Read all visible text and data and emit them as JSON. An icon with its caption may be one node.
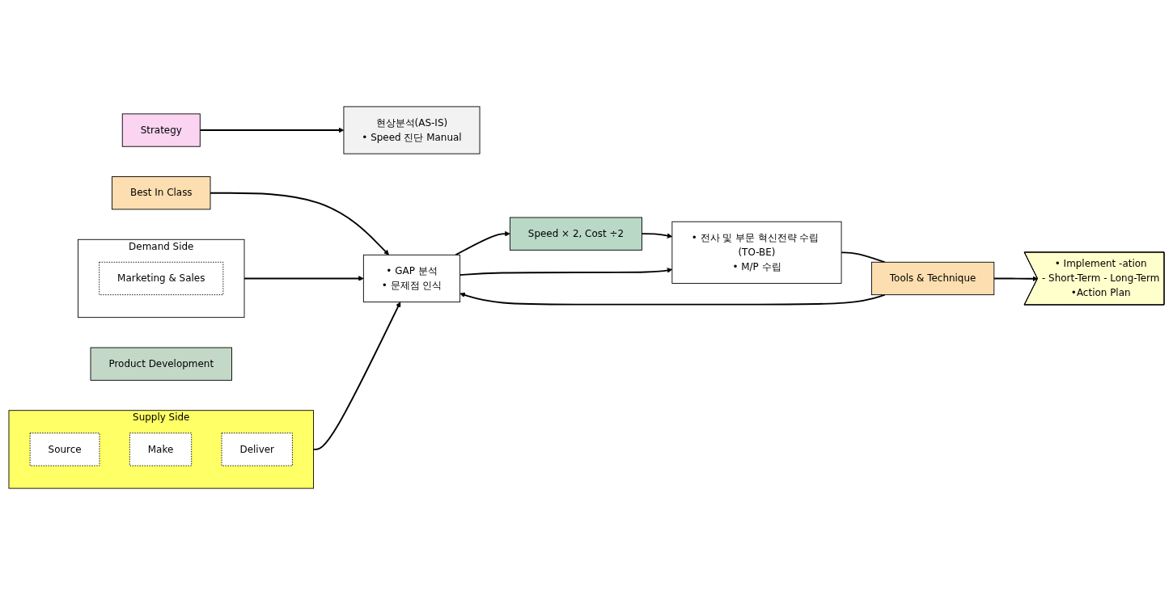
{
  "diagram": {
    "nodes": [
      {
        "text": [
          "Strategy"
        ]
      },
      {
        "text": [
          "현상분석(AS-IS)",
          "• Speed 진단 Manual"
        ]
      },
      {
        "text": [
          "Product Development"
        ]
      },
      {
        "text": [
          "Demand Side"
        ]
      },
      {
        "text": [
          "Marketing & Sales"
        ],
        "in": 3
      },
      {
        "text": [
          "Supply Side"
        ]
      },
      {
        "text": [
          "Source"
        ],
        "in": 5
      },
      {
        "text": [
          "Make"
        ],
        "in": 5
      },
      {
        "text": [
          "Deliver"
        ],
        "in": 5
      },
      {
        "text": [
          "• GAP 분석",
          "• 문제점 인식"
        ]
      },
      {
        "text": [
          "Speed × 2, Cost ÷2"
        ]
      },
      {
        "text": [
          "• 전사 및 부문 혁신전략 수립 (TO-BE)",
          "• M/P 수립"
        ]
      },
      {
        "text": [
          "• Implement -ation",
          "- Short-Term - Long-Term",
          "•Action Plan"
        ]
      },
      {
        "text": [
          "Best In Class"
        ]
      },
      {
        "text": [
          "Tools & Technique"
        ]
      }
    ],
    "edges": [
      {
        "from": 0,
        "to": 1,
        "arrow": "to"
      },
      {
        "from": 3,
        "to": 9,
        "arrow": "to"
      },
      {
        "from": 5,
        "to": 9,
        "arrow": "to"
      },
      {
        "from": 13,
        "to": 9,
        "arrow": "to"
      },
      {
        "from": 9,
        "to": 10,
        "arrow": "to"
      },
      {
        "from": 10,
        "to": 11,
        "arrow": "to"
      },
      {
        "from": 9,
        "to": 11,
        "arrow": "to"
      },
      {
        "from": 14,
        "to": 9,
        "arrow": "to"
      },
      {
        "from": 11,
        "to": 14,
        "arrow": "none"
      },
      {
        "from": 14,
        "to": 12,
        "arrow": "to"
      }
    ]
  }
}
